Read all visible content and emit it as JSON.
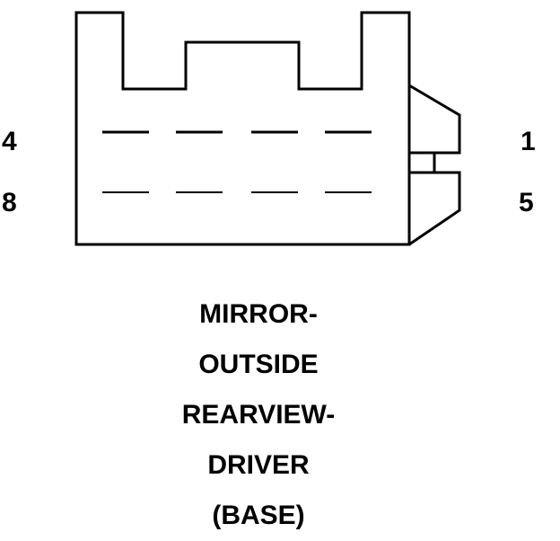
{
  "connector": {
    "name": "mirror outside rearview driver base connector",
    "pin_labels": {
      "top_left": "4",
      "bottom_left": "8",
      "top_right": "1",
      "bottom_right": "5"
    },
    "pin_count": 8,
    "pins_per_row": 4,
    "colors": {
      "stroke": "#000000",
      "background": "#ffffff"
    }
  },
  "caption": {
    "lines": [
      "MIRROR-",
      "OUTSIDE",
      "REARVIEW-",
      "DRIVER",
      "(BASE)"
    ]
  }
}
